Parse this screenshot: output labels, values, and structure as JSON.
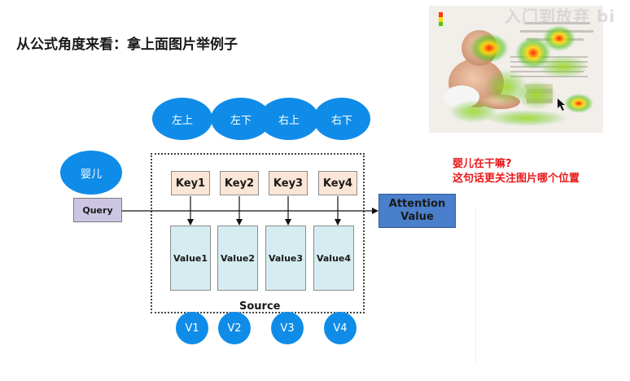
{
  "title": "从公式角度来看：拿上面图片举例子",
  "positions": [
    "左上",
    "左下",
    "右上",
    "右下"
  ],
  "baby_label": "婴儿",
  "query_label": "Query",
  "keys": [
    "Key1",
    "Key2",
    "Key3",
    "Key4"
  ],
  "values": [
    "Value1",
    "Value2",
    "Value3",
    "Value4"
  ],
  "source_label": "Source",
  "weights": [
    "V1",
    "V2",
    "V3",
    "V4"
  ],
  "attention": {
    "line1": "Attention",
    "line2": "Value"
  },
  "question": {
    "line1": "婴儿在干嘛?",
    "line2": "这句话更关注图片哪个位置"
  },
  "watermark": "入门到放弃 bi",
  "colors": {
    "ellipse": "#0f8ce8",
    "key": "#fbe5d6",
    "value": "#d5ecf1",
    "query": "#cdc6e3",
    "attention": "#4a7fcb",
    "question": "#e8191b"
  }
}
